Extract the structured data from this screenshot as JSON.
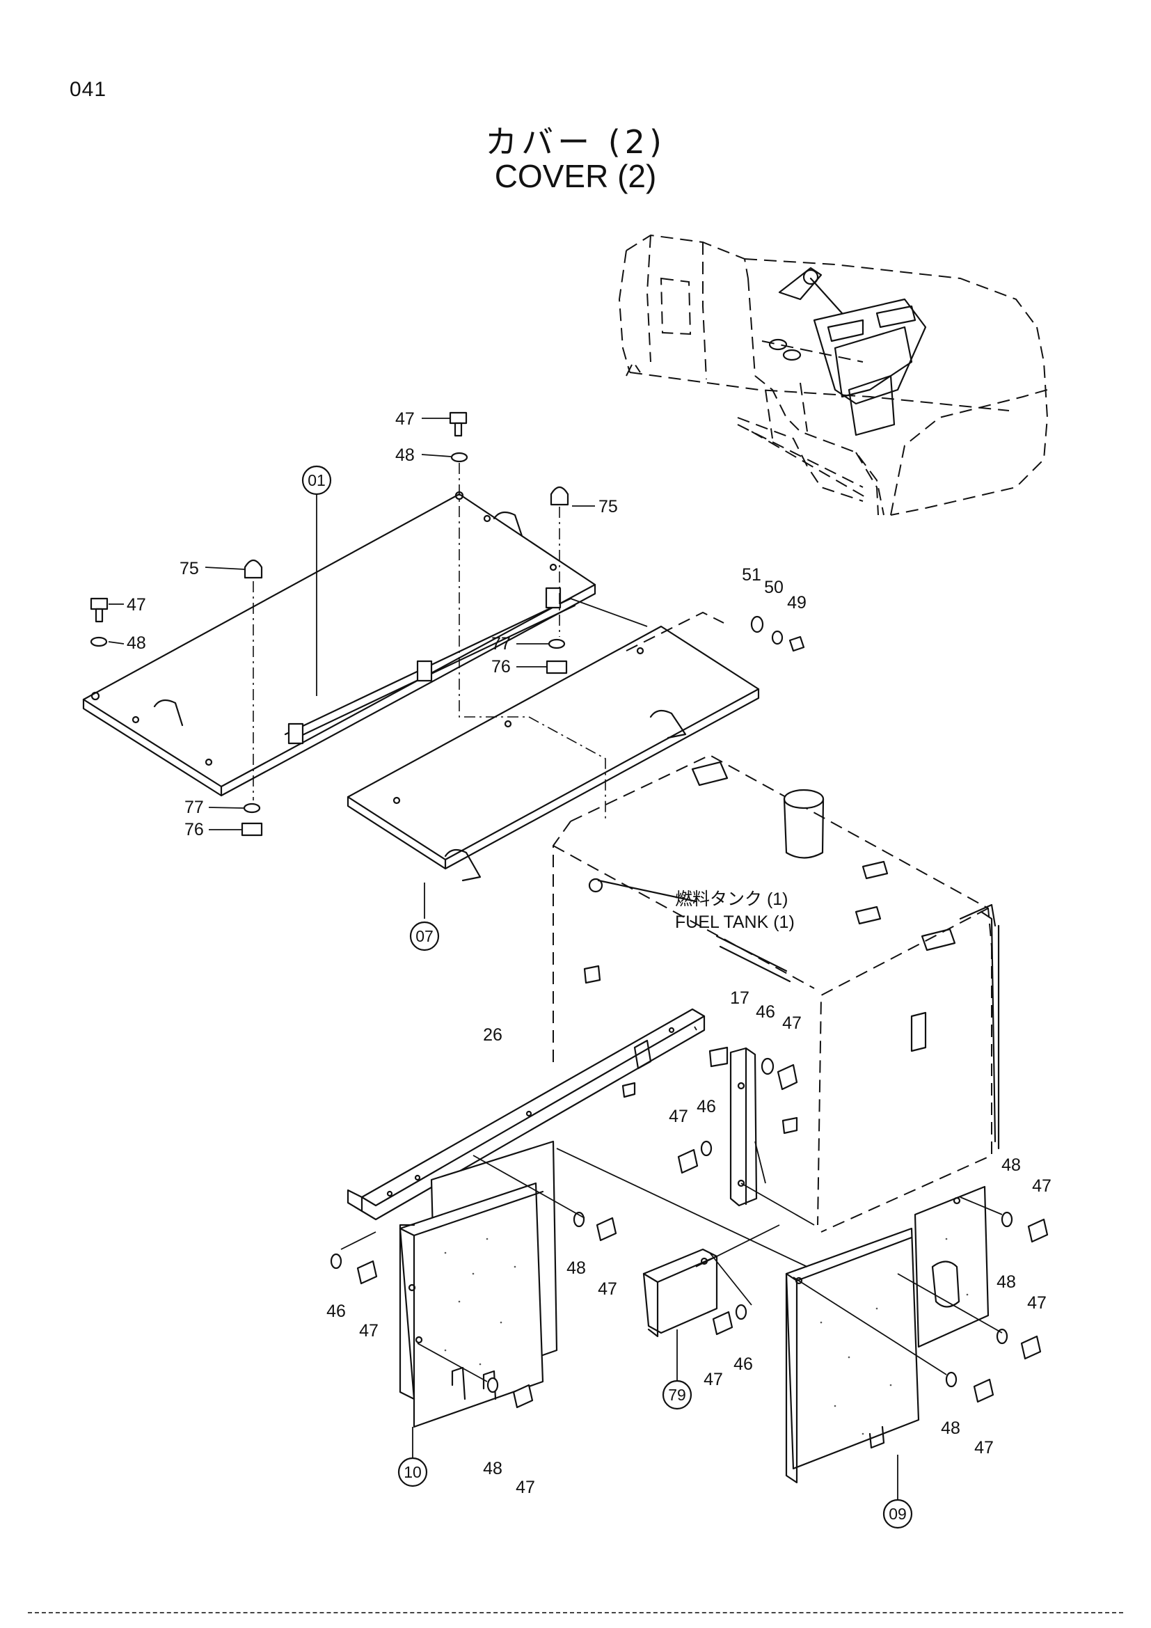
{
  "page_number": "041",
  "title": {
    "jp": "カバー (2)",
    "en": "COVER (2)"
  },
  "callouts": {
    "c01": "01",
    "c07": "07",
    "c10": "10",
    "c79": "79",
    "c09": "09"
  },
  "fuel_tank": {
    "jp": "燃料タンク (1)",
    "en": "FUEL TANK (1)"
  },
  "labels": {
    "p47a": "47",
    "p48a": "48",
    "p75a": "75",
    "p75b": "75",
    "p47b": "47",
    "p48b": "48",
    "p77a": "77",
    "p76a": "76",
    "p77b": "77",
    "p76b": "76",
    "p51": "51",
    "p50": "50",
    "p49": "49",
    "p17": "17",
    "p46a": "46",
    "p47c": "47",
    "p47d": "47",
    "p46b": "46",
    "p26": "26",
    "p48c": "48",
    "p47e": "47",
    "p46c": "46",
    "p47f": "47",
    "p48d": "48",
    "p47g": "47",
    "p47h": "47",
    "p46d": "46",
    "p48e": "48",
    "p47i": "47",
    "p48f": "48",
    "p47j": "47",
    "p48g": "48",
    "p47k": "47"
  }
}
